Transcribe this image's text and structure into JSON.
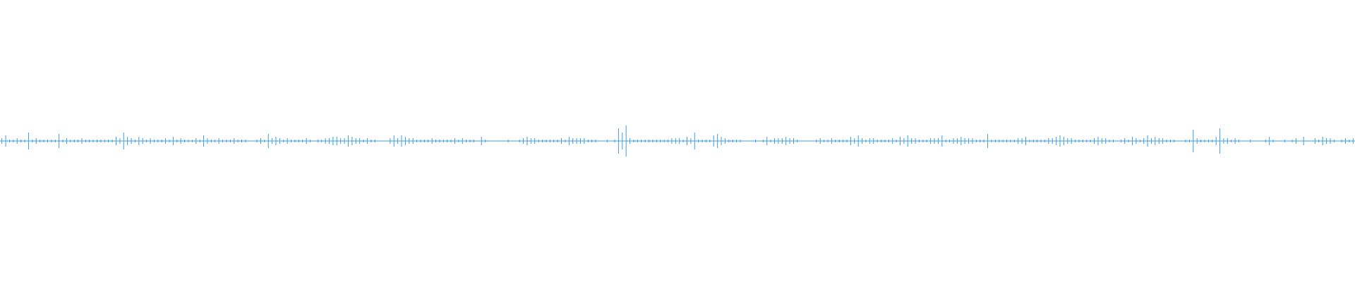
{
  "waveform": {
    "color": "#3c9ee0",
    "background": "#ffffff",
    "centerline": 0.5,
    "amplitude": [
      0.02,
      0.04,
      0.01,
      0.01,
      0.02,
      0.01,
      0.01,
      0.06,
      0.01,
      0.02,
      0.01,
      0.01,
      0.01,
      0.01,
      0.01,
      0.05,
      0.01,
      0.02,
      0.01,
      0.01,
      0.01,
      0.02,
      0.01,
      0.01,
      0.01,
      0.01,
      0.01,
      0.01,
      0.01,
      0.01,
      0.03,
      0.02,
      0.06,
      0.03,
      0.02,
      0.01,
      0.03,
      0.02,
      0.01,
      0.02,
      0.01,
      0.01,
      0.01,
      0.02,
      0.01,
      0.03,
      0.01,
      0.02,
      0.01,
      0.01,
      0.01,
      0.02,
      0.01,
      0.04,
      0.02,
      0.01,
      0.01,
      0.02,
      0.01,
      0.01,
      0.01,
      0.02,
      0.01,
      0.01,
      0.01,
      0.0,
      0.0,
      0.01,
      0.02,
      0.01,
      0.05,
      0.02,
      0.03,
      0.02,
      0.01,
      0.02,
      0.01,
      0.01,
      0.01,
      0.01,
      0.02,
      0.01,
      0.0,
      0.01,
      0.01,
      0.02,
      0.02,
      0.03,
      0.03,
      0.02,
      0.02,
      0.04,
      0.03,
      0.02,
      0.02,
      0.01,
      0.02,
      0.01,
      0.01,
      0.0,
      0.0,
      0.0,
      0.02,
      0.04,
      0.02,
      0.04,
      0.03,
      0.02,
      0.02,
      0.01,
      0.01,
      0.01,
      0.01,
      0.02,
      0.01,
      0.01,
      0.01,
      0.01,
      0.01,
      0.02,
      0.01,
      0.02,
      0.01,
      0.01,
      0.01,
      0.0,
      0.03,
      0.01,
      0.0,
      0.0,
      0.0,
      0.0,
      0.0,
      0.01,
      0.0,
      0.0,
      0.01,
      0.02,
      0.03,
      0.02,
      0.02,
      0.01,
      0.01,
      0.01,
      0.01,
      0.01,
      0.01,
      0.02,
      0.01,
      0.03,
      0.02,
      0.02,
      0.02,
      0.02,
      0.01,
      0.01,
      0.01,
      0.0,
      0.0,
      0.01,
      0.0,
      0.01,
      0.09,
      0.06,
      0.11,
      0.02,
      0.01,
      0.01,
      0.01,
      0.01,
      0.01,
      0.01,
      0.01,
      0.01,
      0.01,
      0.01,
      0.02,
      0.02,
      0.02,
      0.01,
      0.03,
      0.02,
      0.06,
      0.01,
      0.01,
      0.01,
      0.01,
      0.04,
      0.05,
      0.03,
      0.02,
      0.01,
      0.01,
      0.01,
      0.01,
      0.0,
      0.0,
      0.0,
      0.01,
      0.0,
      0.01,
      0.03,
      0.01,
      0.02,
      0.02,
      0.02,
      0.03,
      0.02,
      0.02,
      0.01,
      0.0,
      0.0,
      0.0,
      0.0,
      0.01,
      0.02,
      0.01,
      0.01,
      0.02,
      0.01,
      0.01,
      0.01,
      0.01,
      0.03,
      0.02,
      0.04,
      0.02,
      0.01,
      0.02,
      0.02,
      0.01,
      0.01,
      0.01,
      0.01,
      0.02,
      0.01,
      0.03,
      0.02,
      0.04,
      0.02,
      0.02,
      0.01,
      0.01,
      0.01,
      0.02,
      0.02,
      0.02,
      0.04,
      0.01,
      0.01,
      0.02,
      0.02,
      0.03,
      0.02,
      0.02,
      0.02,
      0.01,
      0.01,
      0.01,
      0.05,
      0.01,
      0.01,
      0.01,
      0.01,
      0.01,
      0.01,
      0.01,
      0.02,
      0.02,
      0.03,
      0.01,
      0.01,
      0.01,
      0.01,
      0.01,
      0.02,
      0.02,
      0.03,
      0.04,
      0.03,
      0.02,
      0.02,
      0.01,
      0.01,
      0.01,
      0.01,
      0.01,
      0.02,
      0.03,
      0.02,
      0.02,
      0.01,
      0.01,
      0.0,
      0.01,
      0.02,
      0.01,
      0.03,
      0.02,
      0.01,
      0.02,
      0.04,
      0.02,
      0.03,
      0.02,
      0.02,
      0.01,
      0.01,
      0.01,
      0.0,
      0.0,
      0.01,
      0.01,
      0.08,
      0.02,
      0.01,
      0.01,
      0.01,
      0.01,
      0.03,
      0.09,
      0.02,
      0.02,
      0.01,
      0.02,
      0.01,
      0.0,
      0.0,
      0.01,
      0.0,
      0.0,
      0.0,
      0.01,
      0.03,
      0.01,
      0.0,
      0.0,
      0.01,
      0.0,
      0.01,
      0.02,
      0.0,
      0.03,
      0.0,
      0.0,
      0.02,
      0.01,
      0.03,
      0.02,
      0.02,
      0.01,
      0.0,
      0.01,
      0.02,
      0.01,
      0.02
    ]
  }
}
